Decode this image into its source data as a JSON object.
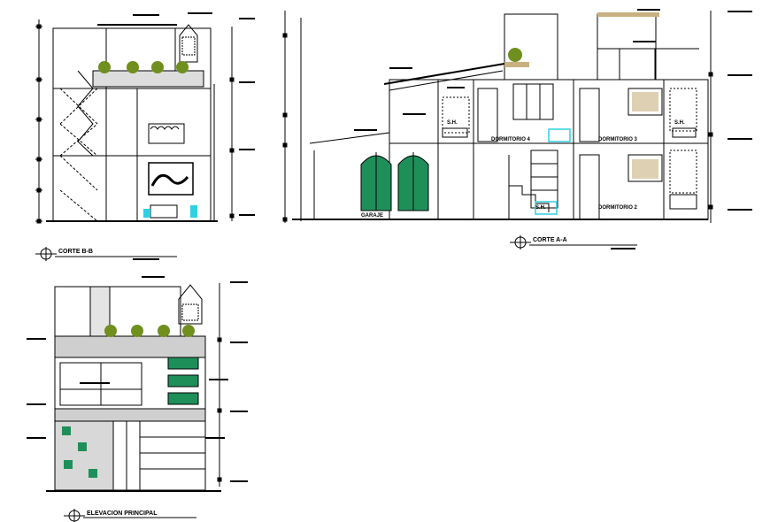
{
  "sections": {
    "corte_bb": {
      "title": "CORTE B-B"
    },
    "corte_aa": {
      "title": "CORTE A-A",
      "rooms": {
        "dormitorio_4": "DORMITORIO 4",
        "dormitorio_3": "DORMITORIO 3",
        "dormitorio_2": "DORMITORIO 2",
        "garaje": "GARAJE",
        "sh_1": "S.H.",
        "sh_2": "S.H.",
        "sala": "S.H."
      }
    },
    "elevacion": {
      "title": "ELEVACION PRINCIPAL"
    }
  },
  "colors": {
    "line": "#000000",
    "glass": "#1f8f5a",
    "glass_light": "#bfe8d2",
    "plants": "#6f8f1f",
    "cyan_accent": "#2fd0e0",
    "tan": "#c8b080"
  }
}
